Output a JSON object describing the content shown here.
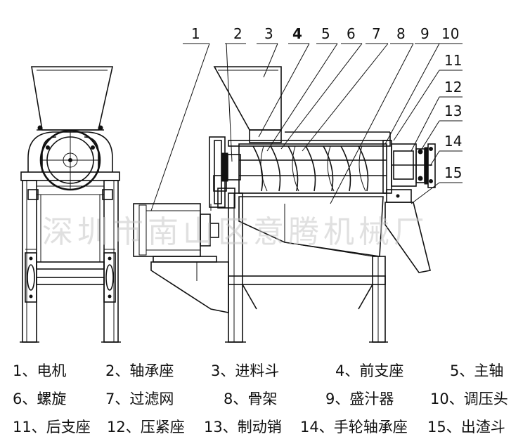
{
  "callouts": [
    "1",
    "2",
    "3",
    "4",
    "5",
    "6",
    "7",
    "8",
    "9",
    "10",
    "11",
    "12",
    "13",
    "14",
    "15"
  ],
  "watermark": "深圳市南山区意腾机械厂",
  "legend": [
    {
      "num": "1",
      "sep": "、",
      "name": "电机"
    },
    {
      "num": "2",
      "sep": "、",
      "name": "轴承座"
    },
    {
      "num": "3",
      "sep": "、",
      "name": "进料斗"
    },
    {
      "num": "4",
      "sep": "、",
      "name": "前支座"
    },
    {
      "num": "5",
      "sep": "、",
      "name": "主轴"
    },
    {
      "num": "6",
      "sep": "、",
      "name": "螺旋"
    },
    {
      "num": "7",
      "sep": "、",
      "name": "过滤网"
    },
    {
      "num": "8",
      "sep": "、",
      "name": "骨架"
    },
    {
      "num": "9",
      "sep": "、",
      "name": "盛汁器"
    },
    {
      "num": "10",
      "sep": "、",
      "name": "调压头"
    },
    {
      "num": "11",
      "sep": "、",
      "name": "后支座"
    },
    {
      "num": "12",
      "sep": "、",
      "name": "压紧座"
    },
    {
      "num": "13",
      "sep": "、",
      "name": "制动销"
    },
    {
      "num": "14",
      "sep": "、",
      "name": "手轮轴承座"
    },
    {
      "num": "15",
      "sep": "、",
      "name": "出渣斗"
    }
  ]
}
